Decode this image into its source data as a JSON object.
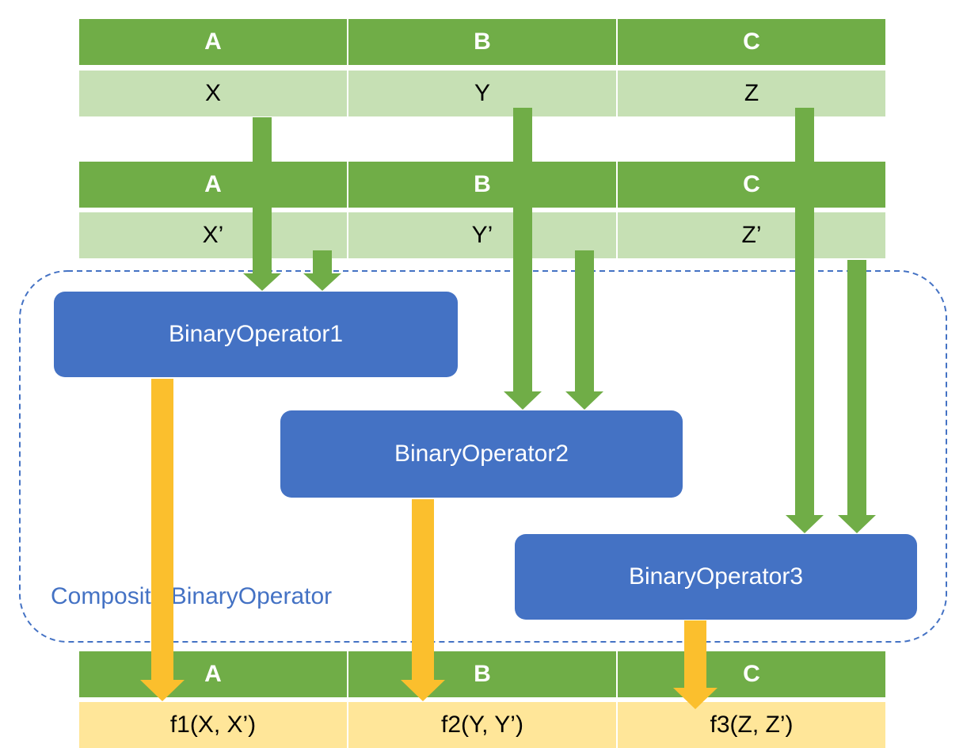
{
  "tables": {
    "first": {
      "headers": [
        "A",
        "B",
        "C"
      ],
      "values": [
        "X",
        "Y",
        "Z"
      ]
    },
    "second": {
      "headers": [
        "A",
        "B",
        "C"
      ],
      "values": [
        "X’",
        "Y’",
        "Z’"
      ]
    },
    "result": {
      "headers": [
        "A",
        "B",
        "C"
      ],
      "values": [
        "f1(X, X’)",
        "f2(Y, Y’)",
        "f3(Z, Z’)"
      ]
    }
  },
  "operators": [
    "BinaryOperator1",
    "BinaryOperator2",
    "BinaryOperator3"
  ],
  "composite_label": "Composite BinaryOperator",
  "colors": {
    "header": "#70ad47",
    "value": "#c6e0b4",
    "result": "#ffe699",
    "operator": "#4472c4",
    "arrow_in": "#70ad47",
    "arrow_out": "#fbbf2d"
  }
}
